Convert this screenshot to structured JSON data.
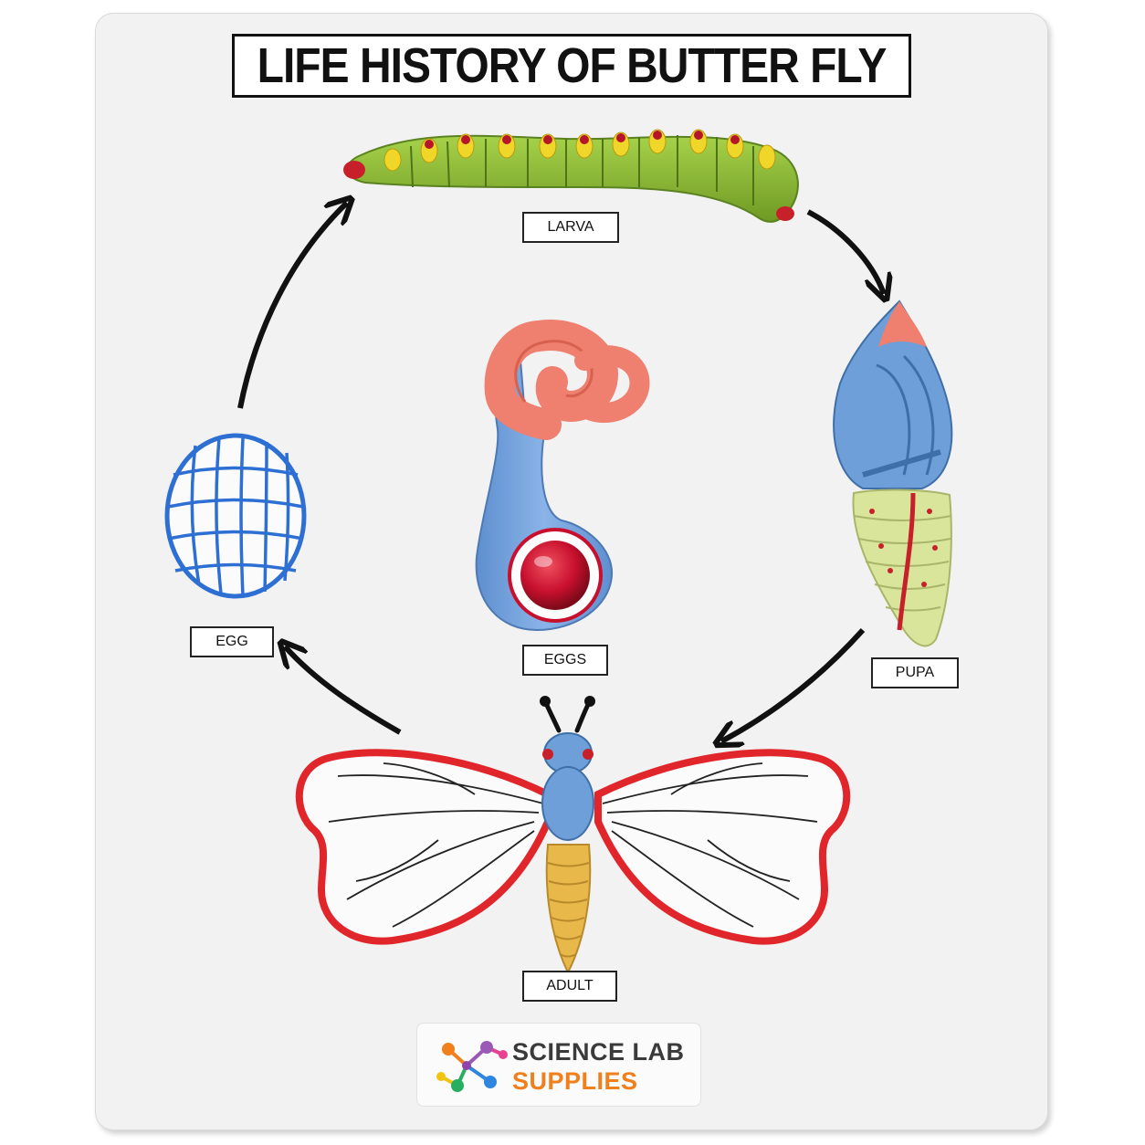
{
  "title": "LIFE HISTORY OF BUTTER FLY",
  "labels": {
    "larva": "LARVA",
    "egg": "EGG",
    "eggs": "EGGS",
    "pupa": "PUPA",
    "adult": "ADULT"
  },
  "logo": {
    "line1": "SCIENCE LAB",
    "line2": "SUPPLIES"
  },
  "colors": {
    "board": "#f2f2f2",
    "arrow": "#111111",
    "larva_green": "#8fbf3a",
    "larva_spot": "#f1d62a",
    "pupa_blue": "#6e9fd8",
    "pupa_abdomen": "#d9e59a",
    "egg_grid": "#2d6fd3",
    "wing_border": "#e0262a",
    "adult_abdomen": "#e8b84a",
    "eggs_red": "#c8102e",
    "salmon": "#ef7f6f",
    "logo_orange": "#f07f1c"
  }
}
